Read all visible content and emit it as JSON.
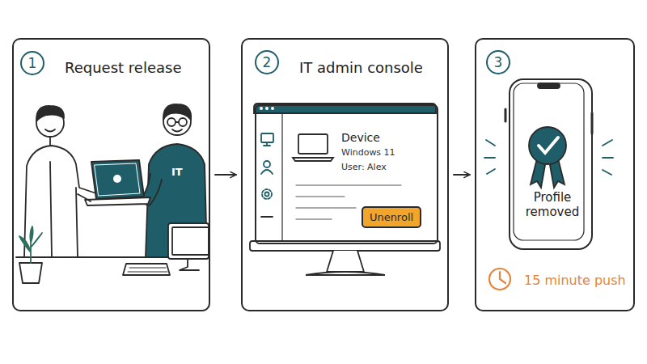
{
  "diagram": {
    "nodes": [
      {
        "text": [
          "Request release"
        ]
      },
      {
        "text": [
          "1"
        ],
        "in": 0
      },
      {
        "text": [
          "IT admin console"
        ]
      },
      {
        "text": [
          "2"
        ],
        "in": 2
      },
      {
        "text": [
          "Device",
          "Windows 11",
          "User: Alex"
        ],
        "in": 2
      },
      {
        "text": [
          "Unenroll"
        ],
        "in": 4
      },
      {
        "text": [
          "15 minute push"
        ]
      },
      {
        "text": [
          "3"
        ],
        "in": 6
      },
      {
        "text": [
          "Profile removed"
        ],
        "in": 6
      }
    ],
    "edges": [
      {
        "from": 0,
        "to": 2,
        "arrow": "to"
      },
      {
        "from": 2,
        "to": 6,
        "arrow": "to"
      }
    ],
    "labels": [
      "IT"
    ]
  }
}
